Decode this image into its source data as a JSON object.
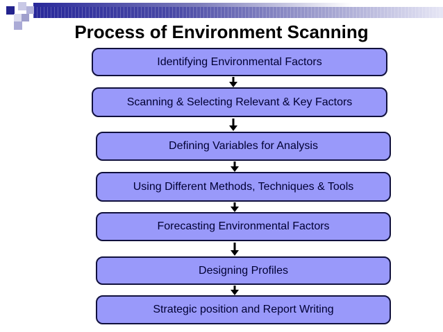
{
  "slide": {
    "title": "Process of Environment Scanning",
    "background_color": "#ffffff"
  },
  "decor": {
    "banner_gradient_start": "#28289a",
    "banner_gradient_end": "#e6e6f5",
    "square_colors": [
      "#23238e",
      "#c9c9e6",
      "#b2b2da",
      "#dcdcef",
      "#9f9fcc",
      "#ababd6"
    ]
  },
  "flowchart": {
    "box_fill": "#9999fa",
    "box_border": "#10103c",
    "text_color": "#000033",
    "arrow_color": "#000000",
    "steps": [
      {
        "label": "Identifying Environmental Factors"
      },
      {
        "label": "Scanning & Selecting Relevant & Key Factors"
      },
      {
        "label": "Defining Variables for Analysis"
      },
      {
        "label": "Using Different Methods, Techniques & Tools"
      },
      {
        "label": "Forecasting Environmental Factors"
      },
      {
        "label": "Designing Profiles"
      },
      {
        "label": "Strategic position and Report Writing"
      }
    ]
  }
}
